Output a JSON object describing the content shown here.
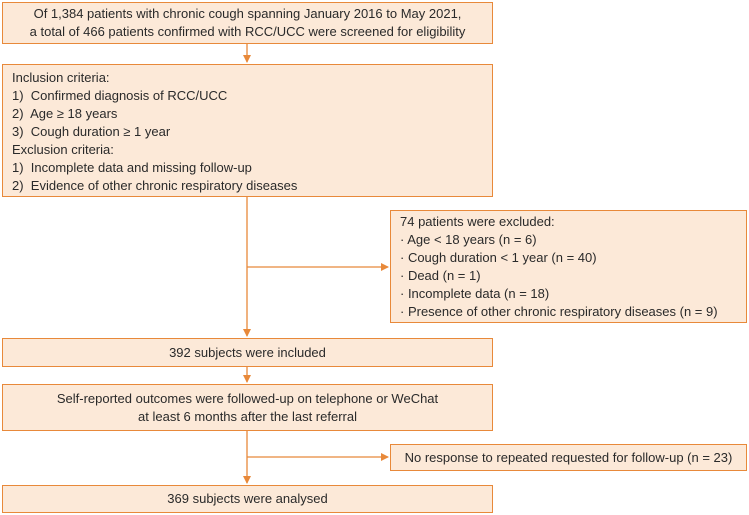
{
  "colors": {
    "box_fill": "#fce9d8",
    "border": "#e8893a",
    "arrow": "#e8893a"
  },
  "screening": {
    "line1": "Of 1,384 patients with chronic cough spanning January 2016 to May 2021,",
    "line2": "a total of 466 patients confirmed with RCC/UCC were screened for eligibility"
  },
  "criteria": {
    "inclusion_title": "Inclusion criteria:",
    "inclusion": [
      "1)  Confirmed diagnosis of RCC/UCC",
      "2)  Age ≥ 18 years",
      "3)  Cough duration ≥ 1 year"
    ],
    "exclusion_title": "Exclusion criteria:",
    "exclusion": [
      "1)  Incomplete data and missing follow-up",
      "2)  Evidence of other chronic respiratory diseases"
    ]
  },
  "excluded": {
    "title": "74 patients were excluded:",
    "items": [
      "· Age < 18 years (n = 6)",
      "· Cough duration < 1 year (n = 40)",
      "· Dead (n = 1)",
      "· Incomplete data (n = 18)",
      "· Presence of other chronic respiratory diseases (n = 9)"
    ]
  },
  "included": {
    "text": "392 subjects were included"
  },
  "followup": {
    "line1": "Self-reported outcomes were followed-up on telephone or WeChat",
    "line2": "at least 6 months after the last referral"
  },
  "no_response": {
    "text": "No response to repeated requested for follow-up (n = 23)"
  },
  "analysed": {
    "text": "369 subjects were analysed"
  }
}
